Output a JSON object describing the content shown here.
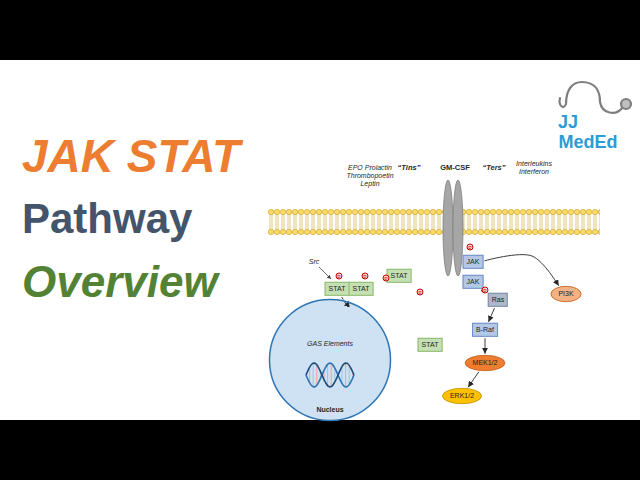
{
  "diagram": {
    "nodes": [
      {
        "text": [
          "JAK"
        ]
      },
      {
        "text": [
          "JAK"
        ]
      },
      {
        "text": [
          "PI3K"
        ]
      },
      {
        "text": [
          "STAT"
        ]
      },
      {
        "text": [
          "STAT"
        ]
      },
      {
        "text": [
          "STAT"
        ]
      },
      {
        "text": [
          "Ras"
        ]
      },
      {
        "text": [
          "STAT"
        ]
      },
      {
        "text": [
          "GAS Elements",
          "Nucleus"
        ]
      },
      {
        "text": [
          "B-Raf"
        ]
      },
      {
        "text": [
          "MEK1/2"
        ]
      },
      {
        "text": [
          "ERK1/2"
        ]
      }
    ],
    "edges": [
      {
        "from": 0,
        "to": 2,
        "arrow": "to"
      },
      {
        "from": 1,
        "to": 6,
        "arrow": "to"
      },
      {
        "from": 6,
        "to": 9,
        "arrow": "to"
      },
      {
        "from": 9,
        "to": 10,
        "arrow": "to"
      },
      {
        "from": 10,
        "to": 11,
        "arrow": "to"
      },
      {
        "from": 3,
        "to": 8,
        "arrow": "to"
      }
    ],
    "labels": [
      "JAK STAT",
      "Pathway",
      "Overview",
      "JJ",
      "MedEd",
      "EPO Prolactin Thrombopoetin Leptin",
      "“Tins”",
      "GM-CSF",
      "“Ters”",
      "Interleukins Interferon",
      "Src",
      "P",
      "P",
      "P",
      "P",
      "P",
      "P"
    ]
  }
}
